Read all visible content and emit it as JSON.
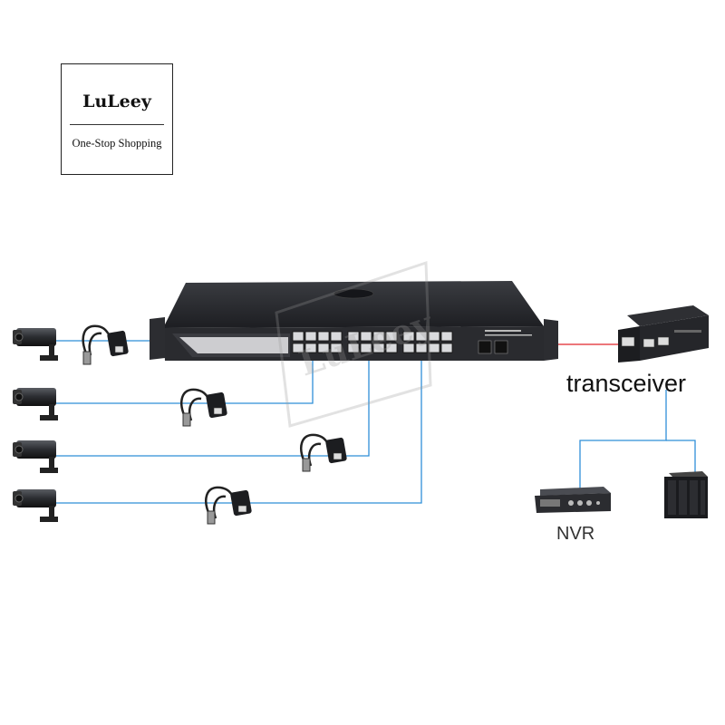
{
  "logo": {
    "name": "LuLeey",
    "tagline": "One-Stop Shopping"
  },
  "labels": {
    "transceiver": "transceiver",
    "nvr": "NVR"
  },
  "watermark": "LuLeey",
  "colors": {
    "cable": "#2f8fd8",
    "fiber": "#e0242a",
    "device": "#1c1d20"
  }
}
